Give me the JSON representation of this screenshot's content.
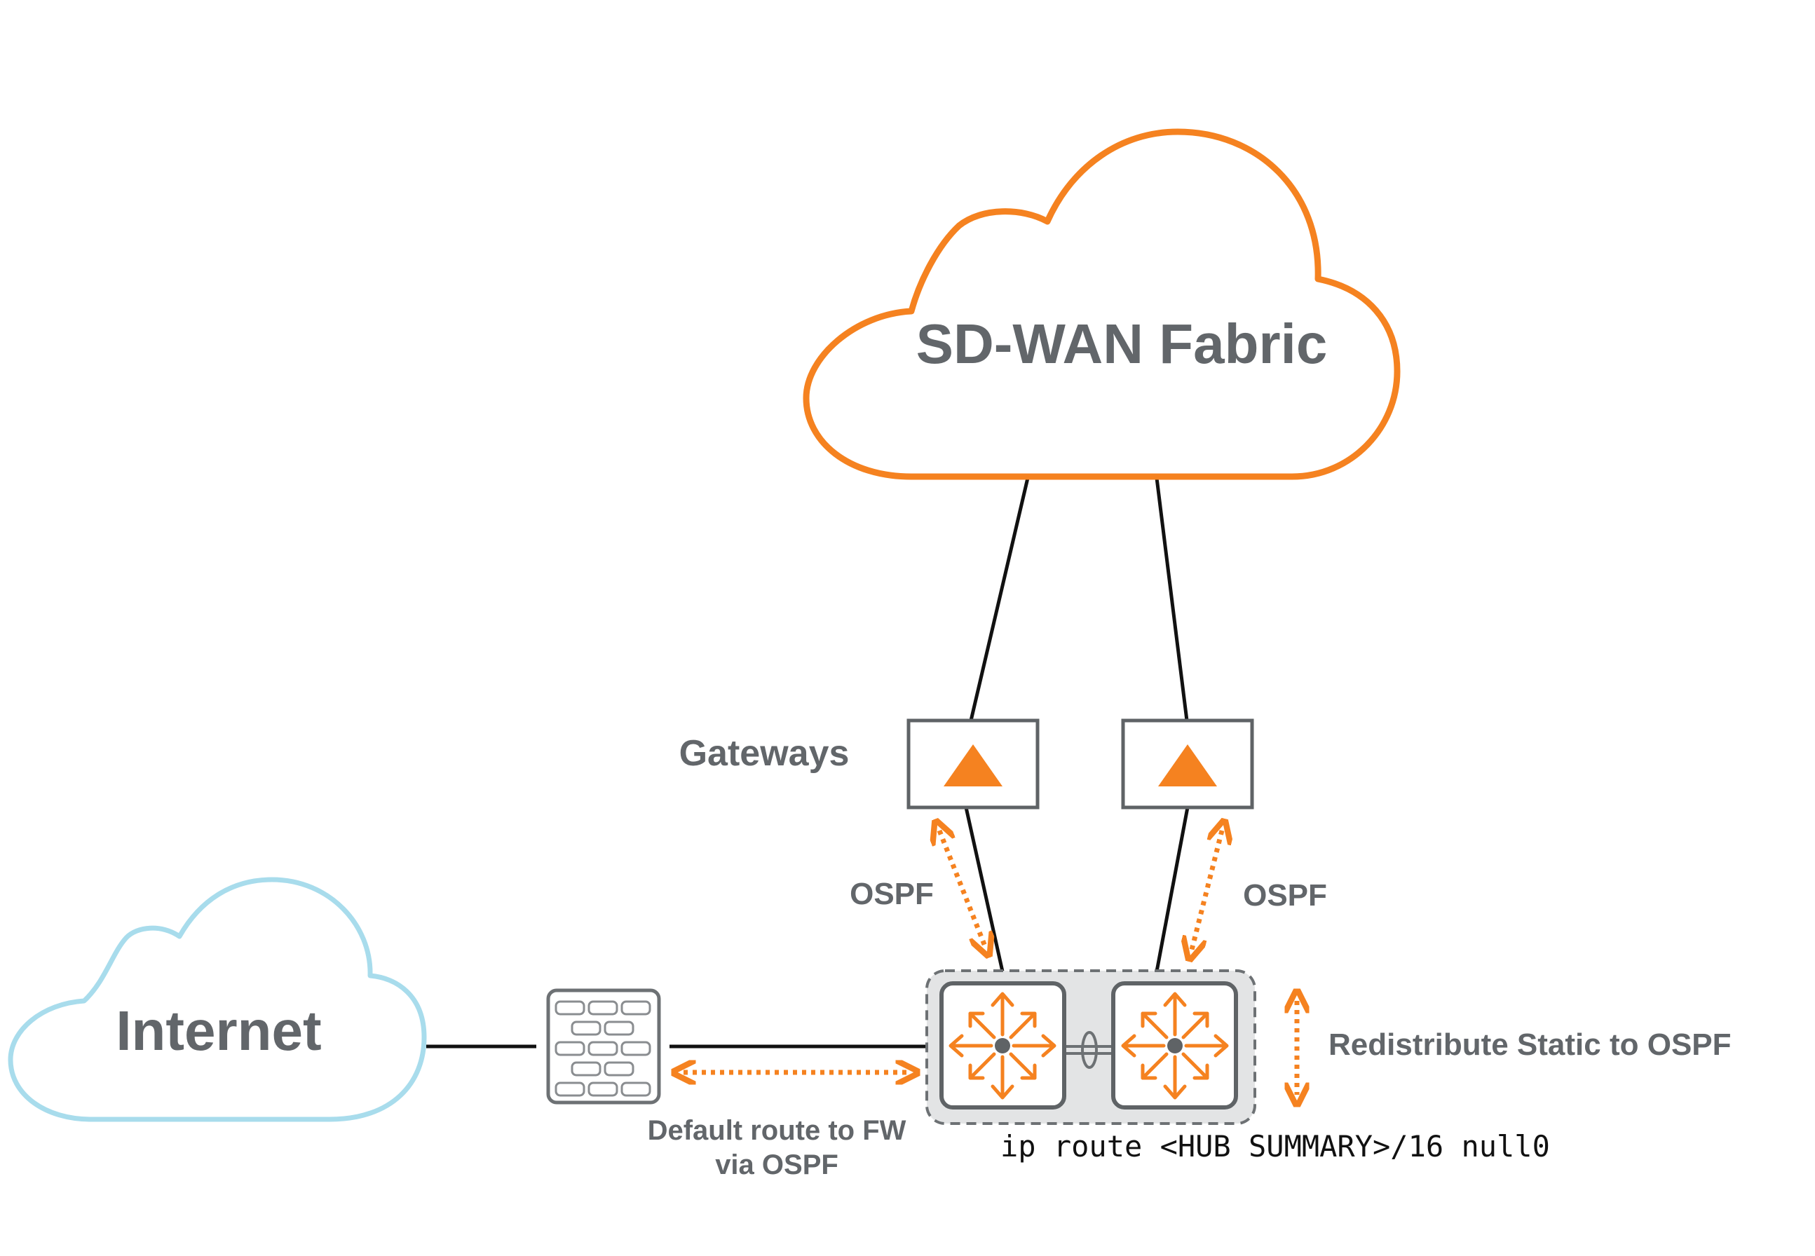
{
  "colors": {
    "accent": "#f58220",
    "internet_cloud": "#a8dcec",
    "text": "#62666a",
    "device_border": "#5f6366",
    "link": "#111111"
  },
  "sdwan_cloud": {
    "label": "SD-WAN Fabric"
  },
  "internet_cloud": {
    "label": "Internet"
  },
  "gateways": {
    "label": "Gateways",
    "items": [
      {
        "icon": "gateway-triangle-icon"
      },
      {
        "icon": "gateway-triangle-icon"
      }
    ]
  },
  "ospf_labels": {
    "left": "OSPF",
    "right": "OSPF"
  },
  "firewall": {
    "icon": "firewall-brick-icon"
  },
  "routers": {
    "items": [
      {
        "icon": "router-arrows-icon"
      },
      {
        "icon": "router-arrows-icon"
      }
    ]
  },
  "annotations": {
    "default_route_line1": "Default route to FW",
    "default_route_line2": "via OSPF",
    "redistribute": "Redistribute Static to OSPF",
    "static_route": "ip route <HUB SUMMARY>/16 null0"
  }
}
